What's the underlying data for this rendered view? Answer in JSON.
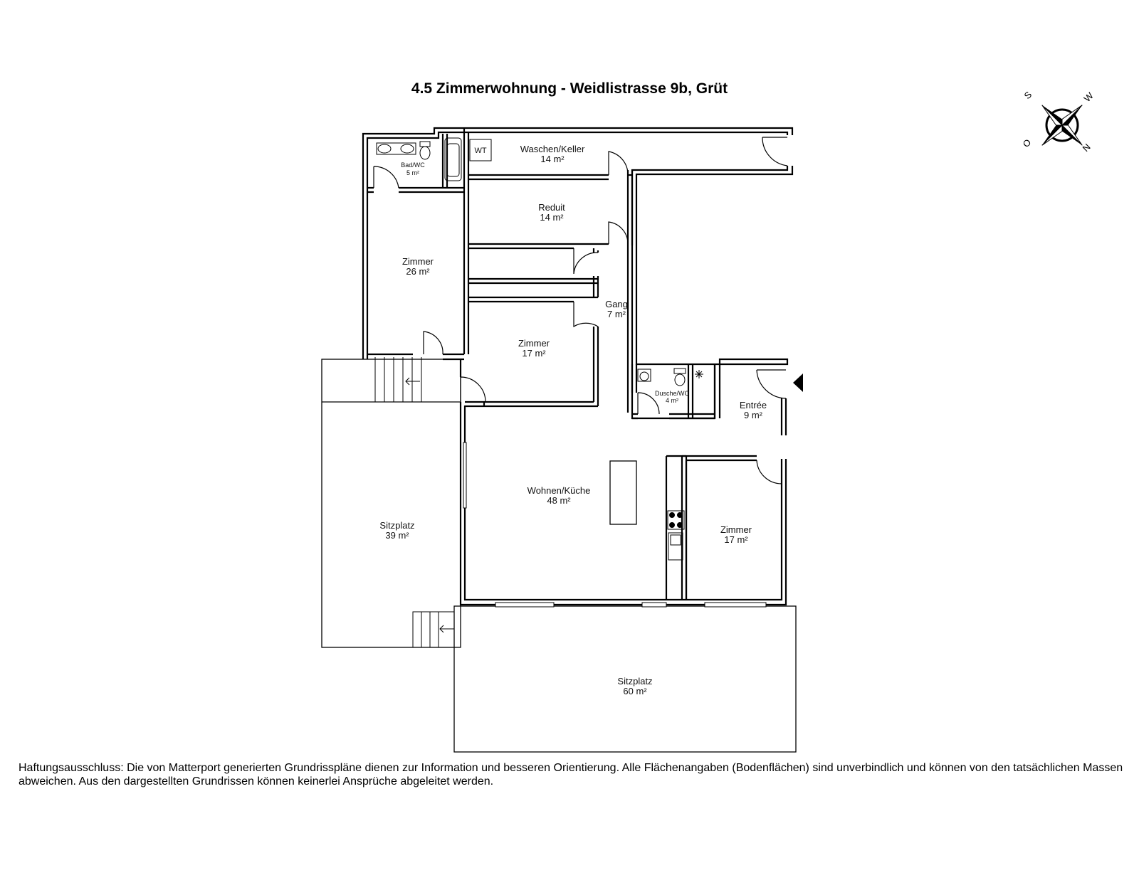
{
  "title": "4.5 Zimmerwohnung - Weidlistrasse 9b, Grüt",
  "compass": {
    "s": "S",
    "w": "W",
    "o": "O",
    "n": "N"
  },
  "rooms": {
    "bad_wc": {
      "name": "Bad/WC",
      "area": "5 m²"
    },
    "wt": {
      "name": "WT"
    },
    "waschen_keller": {
      "name": "Waschen/Keller",
      "area": "14 m²"
    },
    "reduit": {
      "name": "Reduit",
      "area": "14 m²"
    },
    "zimmer_a": {
      "name": "Zimmer",
      "area": "26 m²"
    },
    "gang": {
      "name": "Gang",
      "area": "7 m²"
    },
    "zimmer_b": {
      "name": "Zimmer",
      "area": "17 m²"
    },
    "dusche_wc": {
      "name": "Dusche/WC",
      "area": "4 m²"
    },
    "entree": {
      "name": "Entrée",
      "area": "9 m²"
    },
    "wohnen_kueche": {
      "name": "Wohnen/Küche",
      "area": "48 m²"
    },
    "zimmer_c": {
      "name": "Zimmer",
      "area": "17 m²"
    },
    "sitzplatz_a": {
      "name": "Sitzplatz",
      "area": "39 m²"
    },
    "sitzplatz_b": {
      "name": "Sitzplatz",
      "area": "60 m²"
    }
  },
  "disclaimer": "Haftungsausschluss: Die von Matterport generierten Grundrisspläne dienen zur Information und besseren Orientierung. Alle Flächenangaben (Bodenflächen) sind unverbindlich und können von den tatsächlichen Massen abweichen. Aus den dargestellten Grundrissen können keinerlei Ansprüche abgeleitet werden."
}
